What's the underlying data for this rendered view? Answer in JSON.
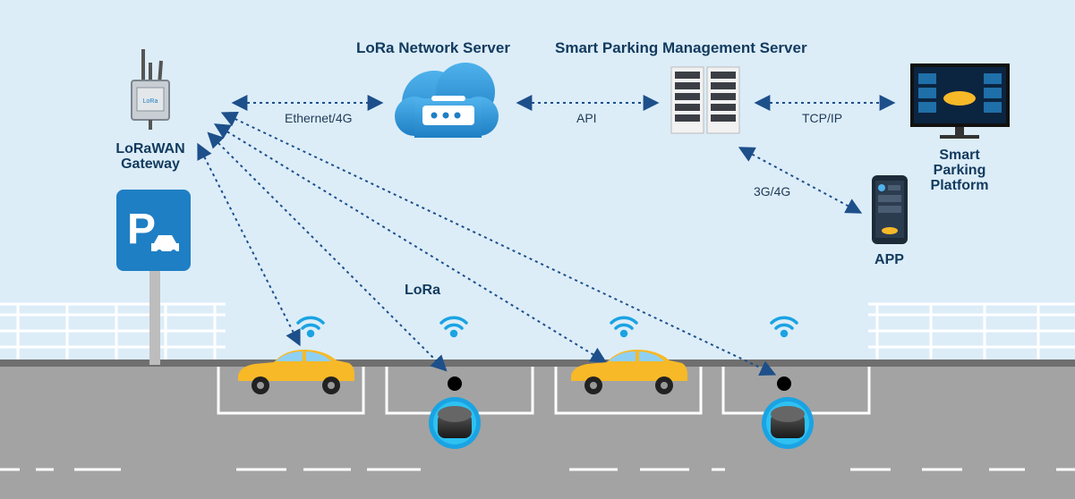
{
  "labels": {
    "lora_network_server": "LoRa Network Server",
    "smart_parking_management_server": "Smart Parking Management Server",
    "gateway_line1": "LoRaWAN",
    "gateway_line2": "Gateway",
    "platform_line1": "Smart",
    "platform_line2": "Parking",
    "platform_line3": "Platform",
    "app": "APP",
    "lora": "LoRa"
  },
  "links": {
    "ethernet": "Ethernet/4G",
    "api": "API",
    "tcpip": "TCP/IP",
    "cellular": "3G/4G"
  },
  "parking_sign": {
    "letter": "P"
  },
  "colors": {
    "sky": "#dcedf8",
    "road": "#a3a3a3",
    "curb": "#6f6f6f",
    "accent_blue": "#1f7fc4",
    "dark_text": "#123a5e",
    "car_yellow": "#f7b928",
    "wifi": "#1aa3e3",
    "dotted_line": "#1d4f8a"
  },
  "icons": [
    "gateway-icon",
    "cloud-server-icon",
    "server-rack-icon",
    "monitor-icon",
    "phone-icon",
    "parking-sign-icon",
    "car-icon",
    "sensor-icon",
    "wifi-icon"
  ]
}
